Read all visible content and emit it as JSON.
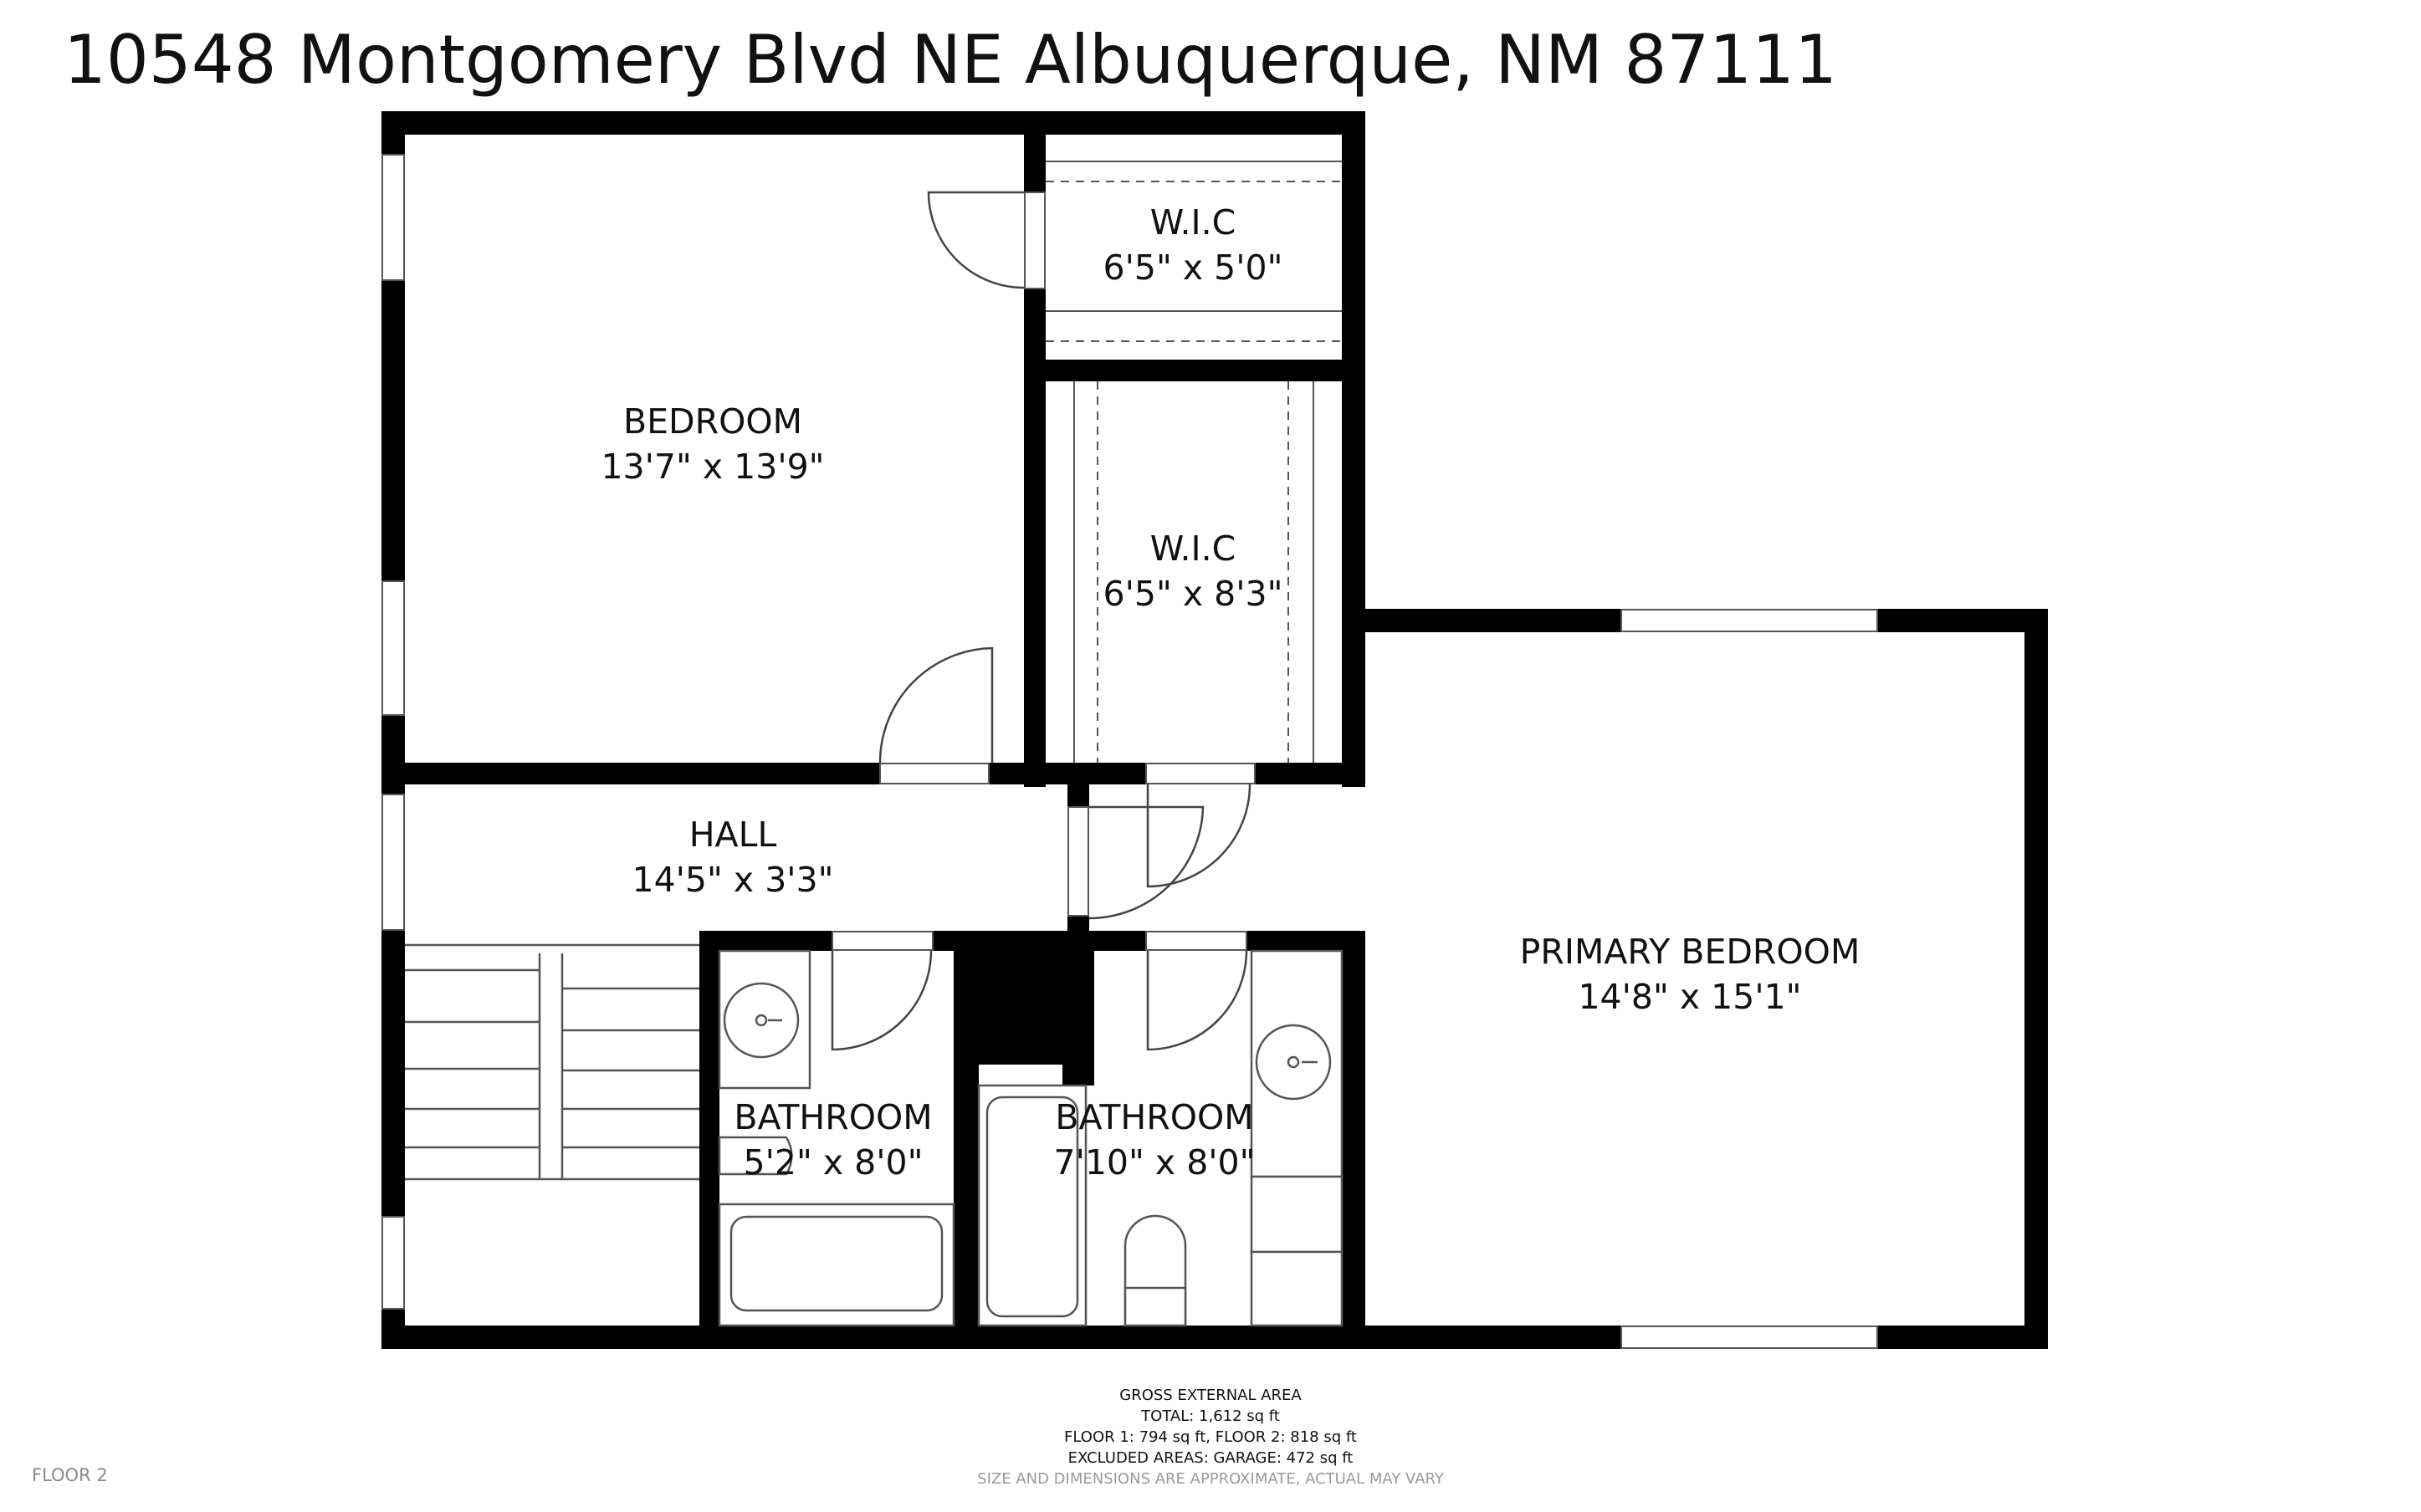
{
  "address": "10548 Montgomery Blvd NE Albuquerque, NM 87111",
  "rooms": {
    "bedroom": {
      "name": "BEDROOM",
      "dims": "13'7\" x 13'9\""
    },
    "wic_top": {
      "name": "W.I.C",
      "dims": "6'5\" x 5'0\""
    },
    "wic_mid": {
      "name": "W.I.C",
      "dims": "6'5\" x 8'3\""
    },
    "hall": {
      "name": "HALL",
      "dims": "14'5\" x 3'3\""
    },
    "primary": {
      "name": "PRIMARY BEDROOM",
      "dims": "14'8\" x 15'1\""
    },
    "bath_left": {
      "name": "BATHROOM",
      "dims": "5'2\" x 8'0\""
    },
    "bath_right": {
      "name": "BATHROOM",
      "dims": "7'10\" x 8'0\""
    }
  },
  "area_summary": {
    "heading": "GROSS EXTERNAL AREA",
    "total": "TOTAL: 1,612 sq ft",
    "floors": "FLOOR 1: 794 sq ft, FLOOR 2: 818 sq ft",
    "excluded": "EXCLUDED AREAS: GARAGE: 472 sq ft",
    "disclaimer": "SIZE AND DIMENSIONS ARE APPROXIMATE, ACTUAL MAY VARY"
  },
  "floor_label": "FLOOR 2",
  "colors": {
    "wall": "#000000",
    "line": "#555555",
    "background": "#ffffff"
  }
}
